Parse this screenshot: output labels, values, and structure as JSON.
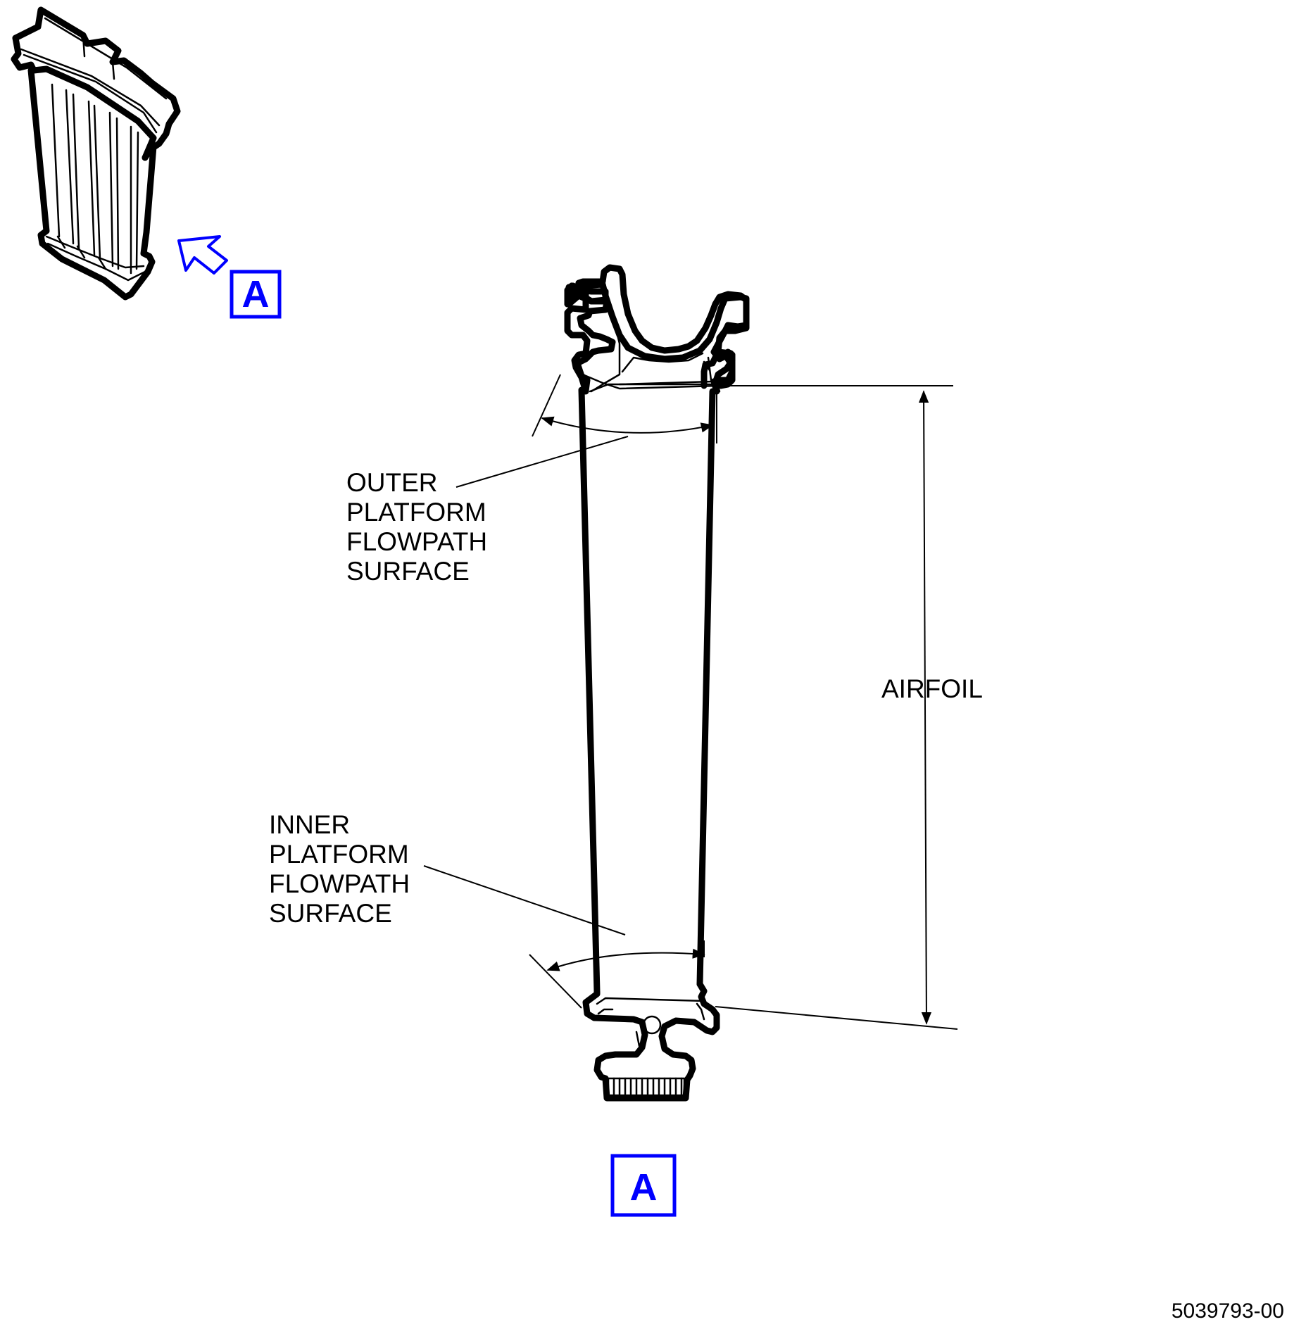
{
  "labels": {
    "outer_platform": [
      "OUTER",
      "PLATFORM",
      "FLOWPATH",
      "SURFACE"
    ],
    "inner_platform": [
      "INNER",
      "PLATFORM",
      "FLOWPATH",
      "SURFACE"
    ],
    "airfoil": "AIRFOIL"
  },
  "view": {
    "callout_letter": "A",
    "view_letter": "A",
    "color": "#0000ff"
  },
  "figure_number": "5039793-00"
}
